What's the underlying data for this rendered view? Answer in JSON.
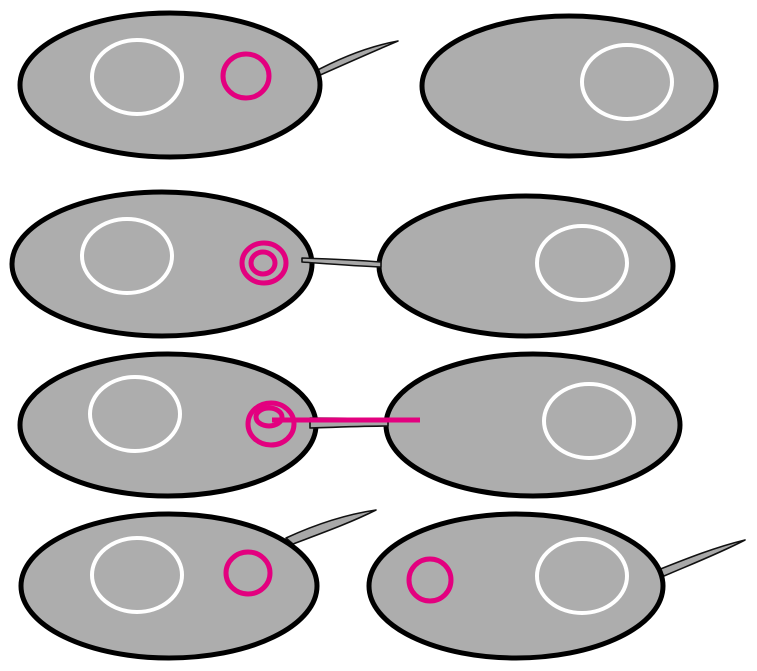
{
  "diagram": {
    "description_visible_text": [],
    "colors": {
      "cell_fill": "#adadad",
      "cell_outline": "#000000",
      "chromosome": "#ffffff",
      "plasmid": "#e3007f",
      "pilus": "#a8a8a8"
    },
    "stages": [
      {
        "stage": 1,
        "donor_cell": {
          "has_plasmid": true,
          "plasmid_rings": 1,
          "has_pilus": true
        },
        "recipient_cell": {
          "has_plasmid": false,
          "has_pilus": false
        },
        "cells_connected": false
      },
      {
        "stage": 2,
        "donor_cell": {
          "has_plasmid": true,
          "plasmid_rings": 2,
          "has_pilus": true
        },
        "recipient_cell": {
          "has_plasmid": false,
          "has_pilus": false
        },
        "cells_connected": true
      },
      {
        "stage": 3,
        "donor_cell": {
          "has_plasmid": true,
          "plasmid_rings": 2,
          "has_pilus": true
        },
        "recipient_cell": {
          "has_plasmid": false,
          "has_pilus": false
        },
        "cells_connected": true,
        "plasmid_strand_transferring": true
      },
      {
        "stage": 4,
        "donor_cell": {
          "has_plasmid": true,
          "plasmid_rings": 1,
          "has_pilus": true
        },
        "recipient_cell": {
          "has_plasmid": true,
          "plasmid_rings": 1,
          "has_pilus": true
        },
        "cells_connected": false
      }
    ]
  }
}
